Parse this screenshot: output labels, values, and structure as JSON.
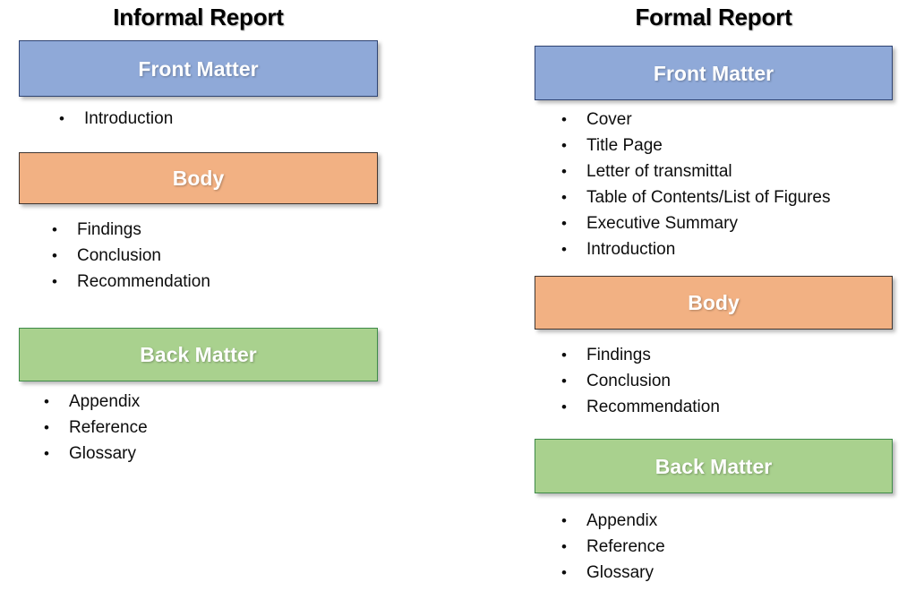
{
  "diagram": {
    "title_left": "Informal Report",
    "title_right": "Formal Report",
    "colors": {
      "front_matter_fill": "#8FA9D8",
      "front_matter_border": "#2E4372",
      "body_fill": "#F2B183",
      "body_border": "#3F3632",
      "back_matter_fill": "#A9D18E",
      "back_matter_border": "#3E8A48",
      "bar_label_text": "#FFFFFF",
      "title_text": "#000000",
      "bullet_text": "#0D0D0D",
      "background": "#FFFFFF"
    },
    "bullet_glyph": "•"
  },
  "informal": {
    "title": "Informal Report",
    "sections": [
      {
        "label": "Front Matter",
        "items": [
          "Introduction"
        ]
      },
      {
        "label": "Body",
        "items": [
          "Findings",
          "Conclusion",
          "Recommendation"
        ]
      },
      {
        "label": "Back Matter",
        "items": [
          "Appendix",
          "Reference",
          "Glossary"
        ]
      }
    ]
  },
  "formal": {
    "title": "Formal Report",
    "sections": [
      {
        "label": "Front Matter",
        "items": [
          "Cover",
          "Title Page",
          "Letter of transmittal",
          "Table of Contents/List of Figures",
          "Executive Summary",
          "Introduction"
        ]
      },
      {
        "label": "Body",
        "items": [
          "Findings",
          "Conclusion",
          "Recommendation"
        ]
      },
      {
        "label": "Back Matter",
        "items": [
          "Appendix",
          "Reference",
          "Glossary"
        ]
      }
    ]
  }
}
